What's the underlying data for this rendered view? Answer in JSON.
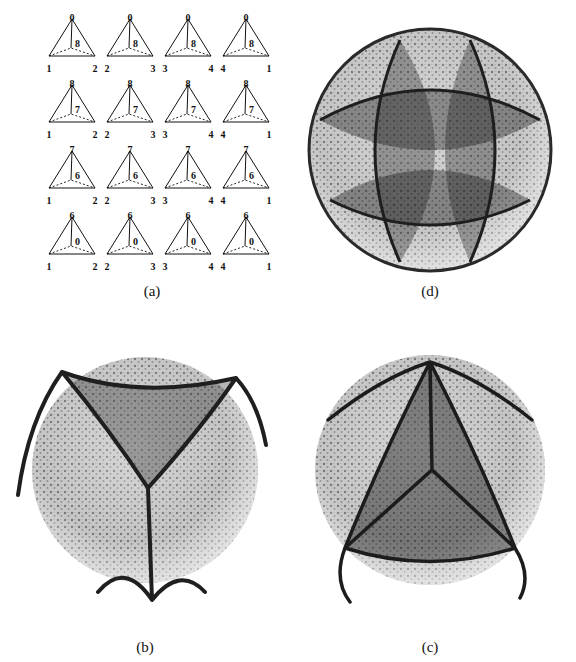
{
  "diagram": {
    "nodes": [
      {
        "text": [
          "0",
          "8",
          "1",
          "2"
        ]
      },
      {
        "text": [
          "0",
          "8",
          "2",
          "3"
        ]
      },
      {
        "text": [
          "0",
          "8",
          "3",
          "4"
        ]
      },
      {
        "text": [
          "0",
          "8",
          "4",
          "1"
        ]
      },
      {
        "text": [
          "8",
          "7",
          "1",
          "2"
        ]
      },
      {
        "text": [
          "8",
          "7",
          "2",
          "3"
        ]
      },
      {
        "text": [
          "8",
          "7",
          "3",
          "4"
        ]
      },
      {
        "text": [
          "8",
          "7",
          "4",
          "1"
        ]
      },
      {
        "text": [
          "7",
          "6",
          "1",
          "2"
        ]
      },
      {
        "text": [
          "7",
          "6",
          "2",
          "3"
        ]
      },
      {
        "text": [
          "7",
          "6",
          "3",
          "4"
        ]
      },
      {
        "text": [
          "7",
          "6",
          "4",
          "1"
        ]
      },
      {
        "text": [
          "6",
          "0",
          "1",
          "2"
        ]
      },
      {
        "text": [
          "6",
          "0",
          "2",
          "3"
        ]
      },
      {
        "text": [
          "6",
          "0",
          "3",
          "4"
        ]
      },
      {
        "text": [
          "6",
          "0",
          "4",
          "1"
        ]
      }
    ],
    "labels": [
      "(a)",
      "(d)",
      "(b)",
      "(c)"
    ]
  }
}
